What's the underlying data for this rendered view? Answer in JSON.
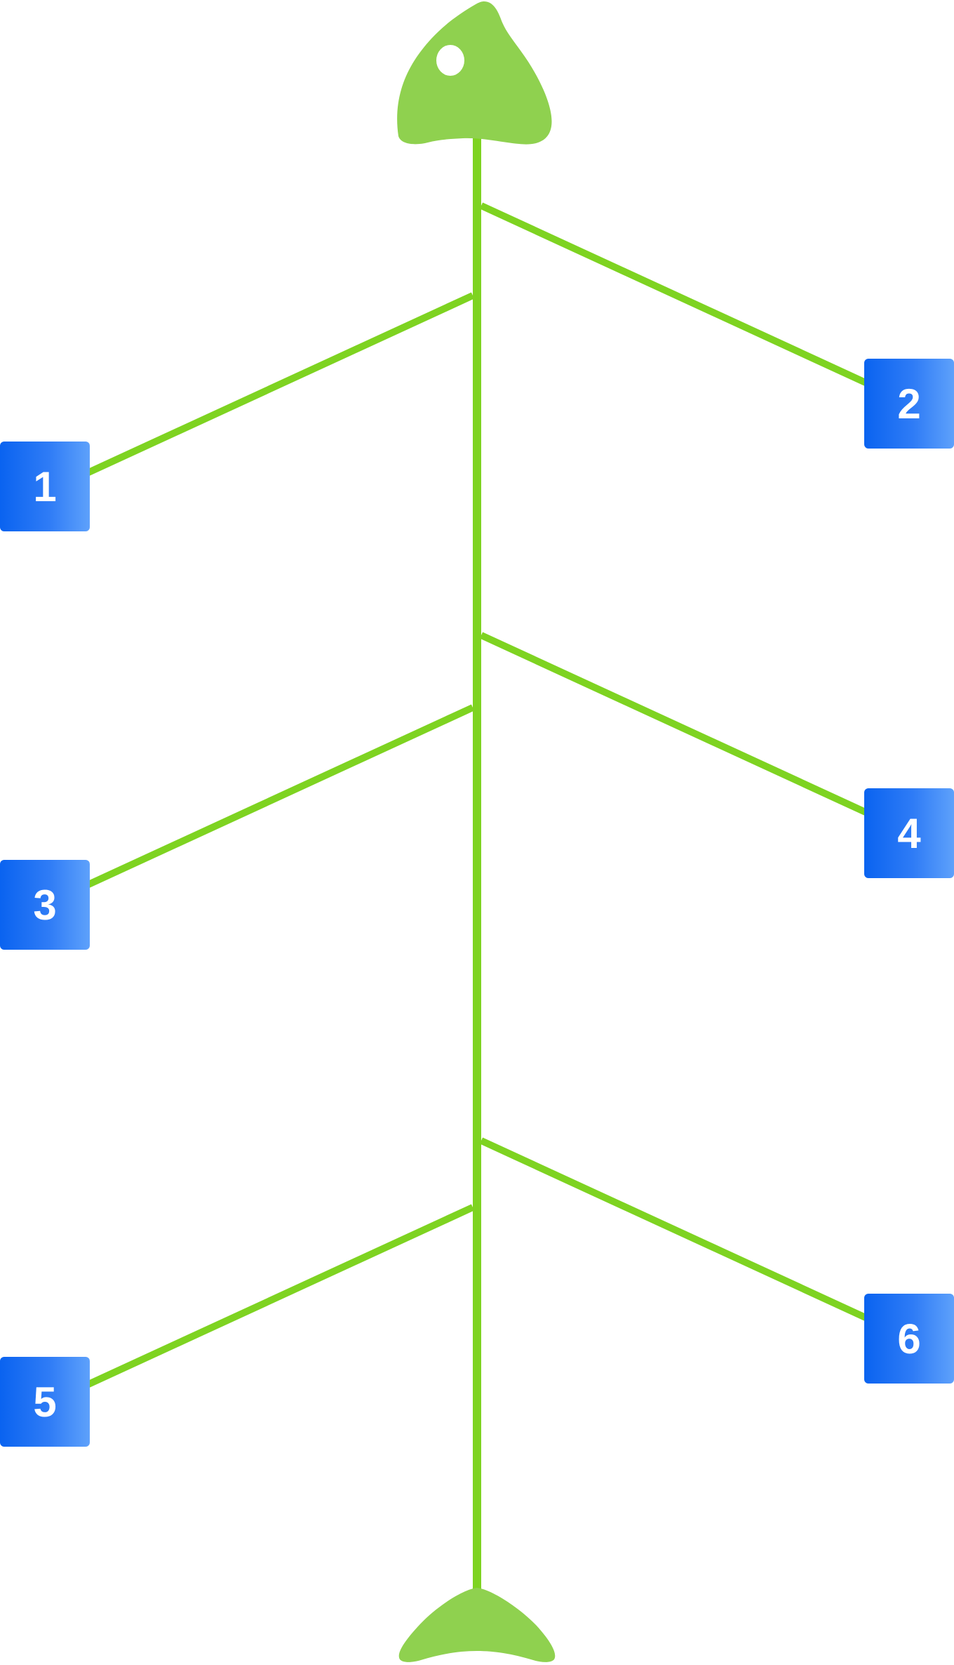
{
  "colors": {
    "fish": "#8fd14f",
    "bone": "#7ed321",
    "marker_start": "#0a63f0",
    "marker_end": "#5ea1fb",
    "marker_text": "#ffffff"
  },
  "markers": [
    {
      "label": "1"
    },
    {
      "label": "2"
    },
    {
      "label": "3"
    },
    {
      "label": "4"
    },
    {
      "label": "5"
    },
    {
      "label": "6"
    }
  ]
}
